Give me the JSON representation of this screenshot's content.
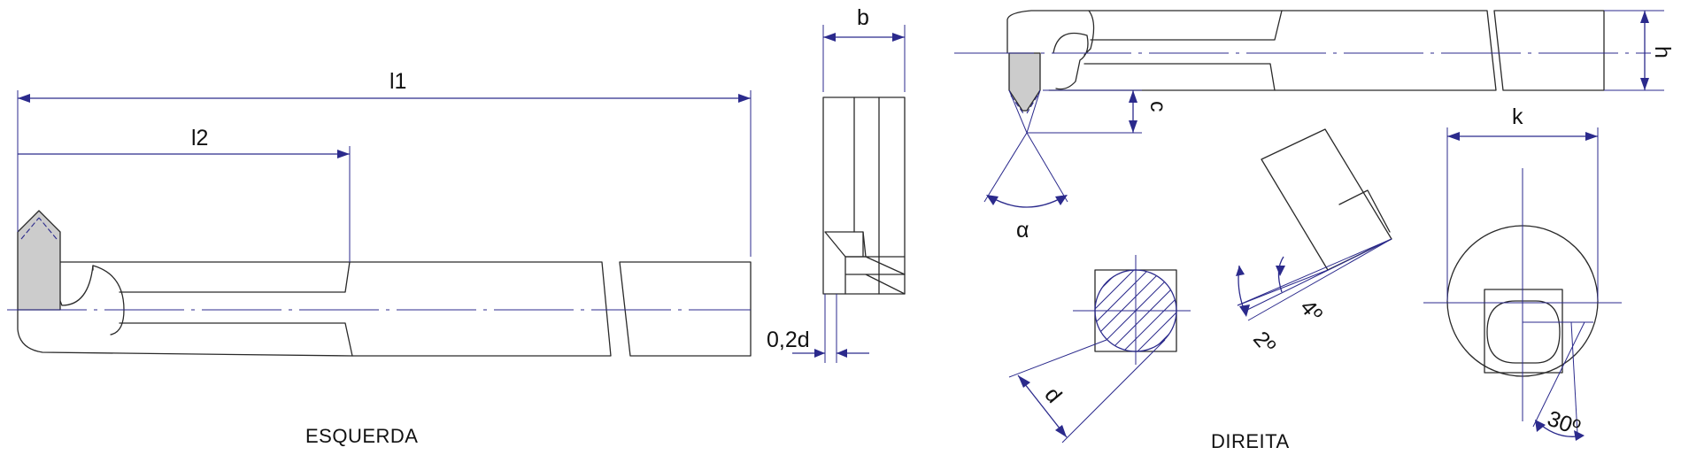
{
  "labels": {
    "l1": "l1",
    "l2": "l2",
    "b": "b",
    "h": "h",
    "c": "c",
    "k": "k",
    "d": "d",
    "gap": "0,2d",
    "alpha": "α",
    "angle_2": "2º",
    "angle_4": "4º",
    "angle_30": "30º"
  },
  "captions": {
    "left": "ESQUERDA",
    "right": "DIREITA"
  },
  "colors": {
    "dimension_lines": "#2b2a8c",
    "part_outline": "#2a2a2a",
    "insert_fill": "#cccccc"
  }
}
